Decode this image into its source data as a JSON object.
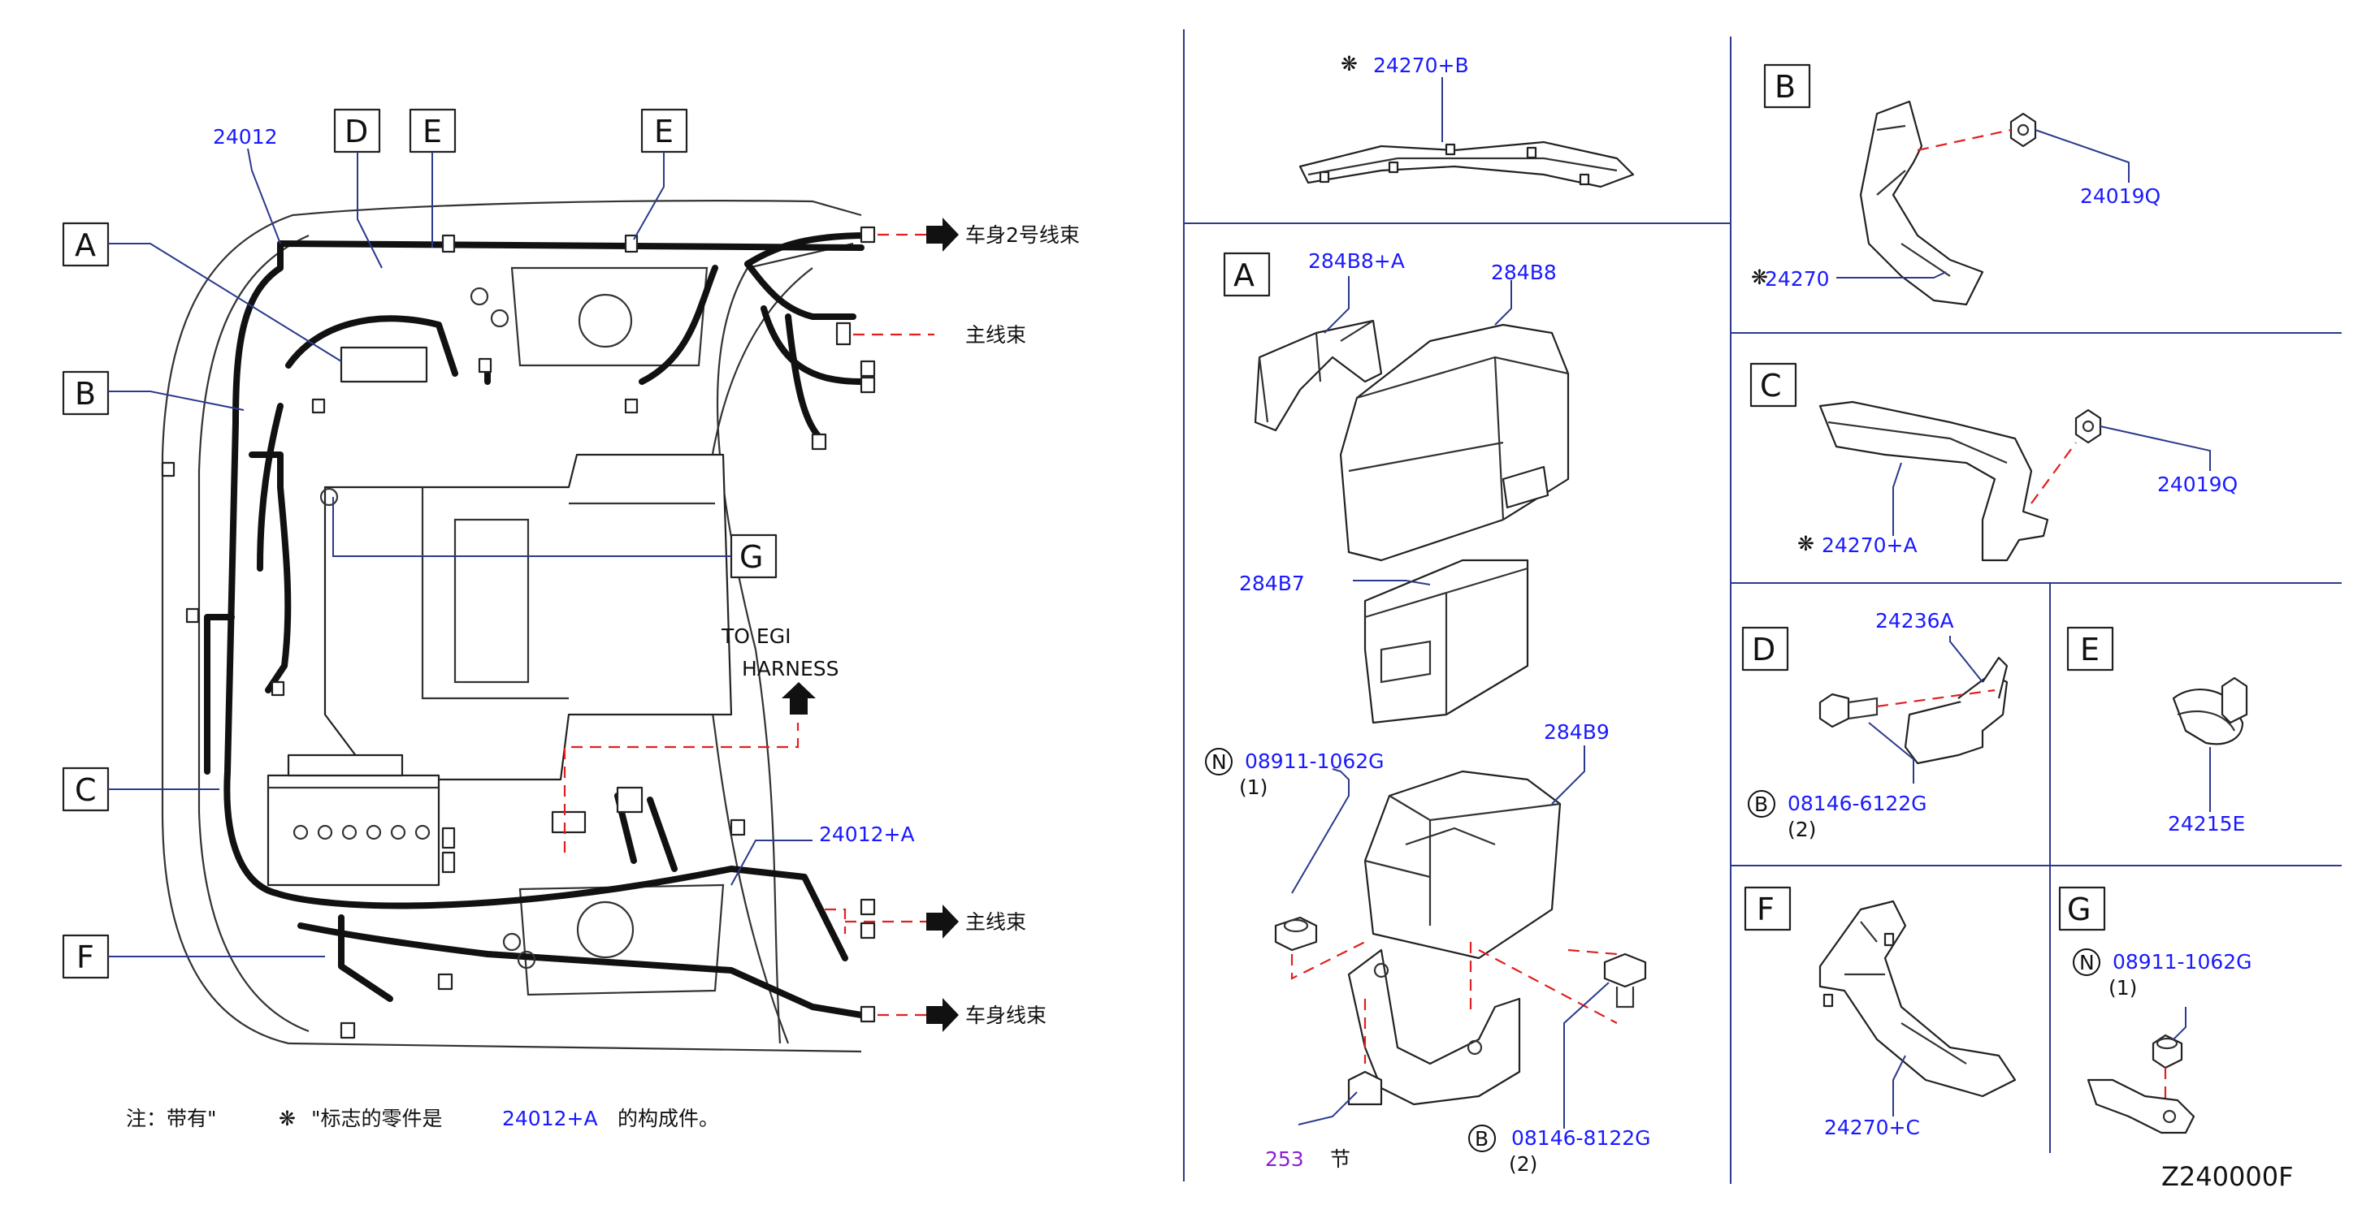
{
  "left_diagram": {
    "callouts": {
      "A": "A",
      "B": "B",
      "C": "C",
      "D": "D",
      "E1": "E",
      "E2": "E",
      "F": "F",
      "G": "G"
    },
    "part_labels": {
      "harness_main": "24012",
      "harness_a": "24012+A"
    },
    "destinations": {
      "body2": "车身2号线束",
      "main_top": "主线束",
      "main_bottom": "主线束",
      "body": "车身线束",
      "egi_line1": "TO  EGI",
      "egi_line2": "HARNESS"
    },
    "note": {
      "prefix": "注：带有\"",
      "mark": "❋",
      "middle": "\"标志的零件是",
      "part": "24012+A",
      "suffix": "的构成件。"
    }
  },
  "panel_top": {
    "label": "24270+B",
    "mark": "❋"
  },
  "panel_A": {
    "letter": "A",
    "labels": {
      "p1": "284B8+A",
      "p2": "284B8",
      "p3": "284B7",
      "p4": "284B9",
      "nut_circle": "N",
      "nut": "08911-1062G",
      "nut_qty": "(1)",
      "bolt_circle": "B",
      "bolt": "08146-8122G",
      "bolt_qty": "(2)",
      "section": "253",
      "section_suffix": "节"
    }
  },
  "panel_B": {
    "letter": "B",
    "labels": {
      "nut": "24019Q",
      "bracket": "24270",
      "mark": "❋"
    }
  },
  "panel_C": {
    "letter": "C",
    "labels": {
      "nut": "24019Q",
      "bracket": "24270+A",
      "mark": "❋"
    }
  },
  "panel_D": {
    "letter": "D",
    "labels": {
      "bracket": "24236A",
      "bolt_circle": "B",
      "bolt": "08146-6122G",
      "bolt_qty": "(2)"
    }
  },
  "panel_E": {
    "letter": "E",
    "labels": {
      "clip": "24215E"
    }
  },
  "panel_F": {
    "letter": "F",
    "labels": {
      "bracket": "24270+C"
    }
  },
  "panel_G": {
    "letter": "G",
    "labels": {
      "nut_circle": "N",
      "nut": "08911-1062G",
      "nut_qty": "(1)"
    }
  },
  "figure_code": "Z240000F",
  "colors": {
    "part_number": "#1a1aff",
    "section_ref": "#8a1fd6",
    "dashed_line": "#e02020",
    "leader": "#2b3a8c",
    "line": "#111111"
  }
}
